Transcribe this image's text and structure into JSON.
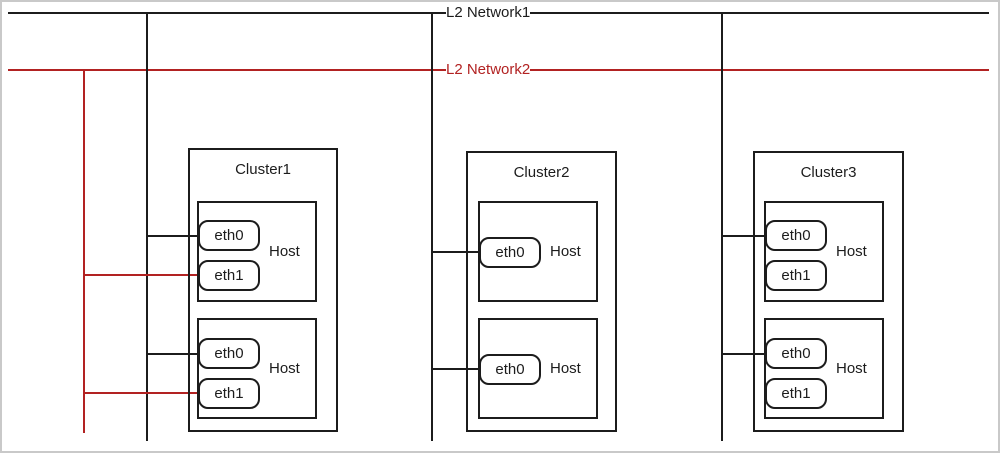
{
  "colors": {
    "network1": "#1c1c1c",
    "network2": "#b22222",
    "frame": "#c9c9c9"
  },
  "networks": [
    {
      "label": "L2 Network1"
    },
    {
      "label": "L2 Network2"
    }
  ],
  "clusters": [
    {
      "label": "Cluster1",
      "hosts": [
        {
          "label": "Host",
          "interfaces": [
            "eth0",
            "eth1"
          ]
        },
        {
          "label": "Host",
          "interfaces": [
            "eth0",
            "eth1"
          ]
        }
      ]
    },
    {
      "label": "Cluster2",
      "hosts": [
        {
          "label": "Host",
          "interfaces": [
            "eth0"
          ]
        },
        {
          "label": "Host",
          "interfaces": [
            "eth0"
          ]
        }
      ]
    },
    {
      "label": "Cluster3",
      "hosts": [
        {
          "label": "Host",
          "interfaces": [
            "eth0",
            "eth1"
          ]
        },
        {
          "label": "Host",
          "interfaces": [
            "eth0",
            "eth1"
          ]
        }
      ]
    }
  ],
  "links": [
    {
      "network": "L2 Network1",
      "cluster": "Cluster1",
      "host": 1,
      "interface": "eth0"
    },
    {
      "network": "L2 Network1",
      "cluster": "Cluster1",
      "host": 2,
      "interface": "eth0"
    },
    {
      "network": "L2 Network1",
      "cluster": "Cluster2",
      "host": 1,
      "interface": "eth0"
    },
    {
      "network": "L2 Network1",
      "cluster": "Cluster2",
      "host": 2,
      "interface": "eth0"
    },
    {
      "network": "L2 Network1",
      "cluster": "Cluster3",
      "host": 1,
      "interface": "eth0"
    },
    {
      "network": "L2 Network1",
      "cluster": "Cluster3",
      "host": 2,
      "interface": "eth0"
    },
    {
      "network": "L2 Network2",
      "cluster": "Cluster1",
      "host": 1,
      "interface": "eth1"
    },
    {
      "network": "L2 Network2",
      "cluster": "Cluster1",
      "host": 2,
      "interface": "eth1"
    }
  ]
}
